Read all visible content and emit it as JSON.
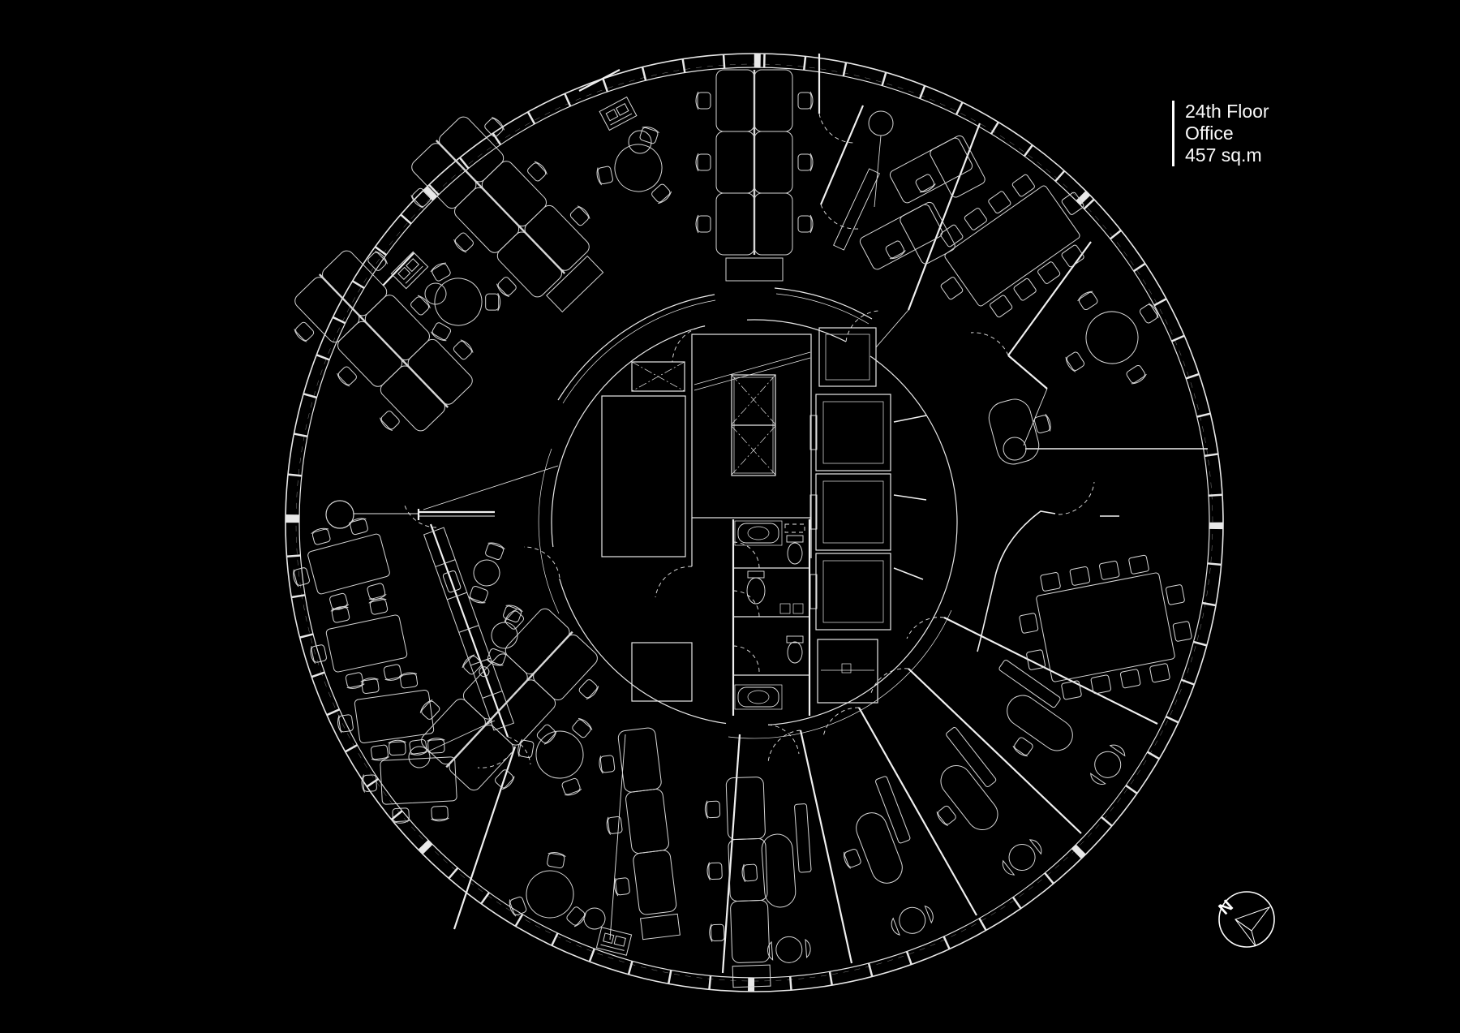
{
  "annotation": {
    "line1": "24th Floor",
    "line2": "Office",
    "line3": "457 sq.m"
  },
  "compass": {
    "label": "N"
  },
  "colors": {
    "background": "#000000",
    "line": "#e8e8e8",
    "wall": "#f0f0f0",
    "furniture": "#d6d6d6",
    "arrow_light": "#c9c9c9",
    "arrow_dark": "#6e6e6e"
  }
}
